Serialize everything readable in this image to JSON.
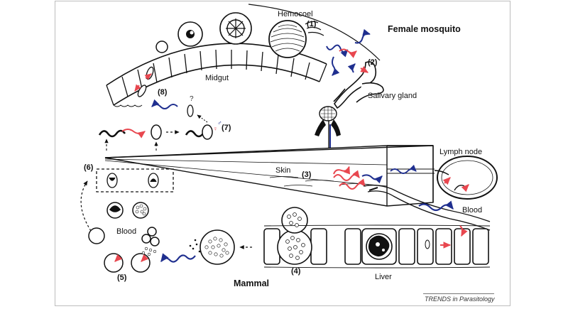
{
  "titles": {
    "mosquito": "Female mosquito",
    "mammal": "Mammal"
  },
  "labels": {
    "hemocoel": "Hemocoel",
    "midgut": "Midgut",
    "salivary_gland": "Salivary gland",
    "lymph_node": "Lymph node",
    "skin": "Skin",
    "blood_right": "Blood",
    "blood_left": "Blood",
    "liver": "Liver",
    "question": "?"
  },
  "steps": {
    "s1": "(1)",
    "s2": "(2)",
    "s3": "(3)",
    "s4": "(4)",
    "s5": "(5)",
    "s6": "(6)",
    "s7": "(7)",
    "s8": "(8)"
  },
  "sex_symbols": {
    "female": "♀",
    "male": "♂"
  },
  "footer": "TRENDS in Parasitology",
  "colors": {
    "blue_arrow": "#1f2f8f",
    "red_arrow": "#e8474f",
    "ink": "#111111"
  },
  "icons": [
    "sporozoite-icon",
    "ookinete-icon",
    "zygote-icon",
    "mosquito-icon",
    "merozoite-icon",
    "schizont-icon",
    "gametocyte-icon"
  ]
}
